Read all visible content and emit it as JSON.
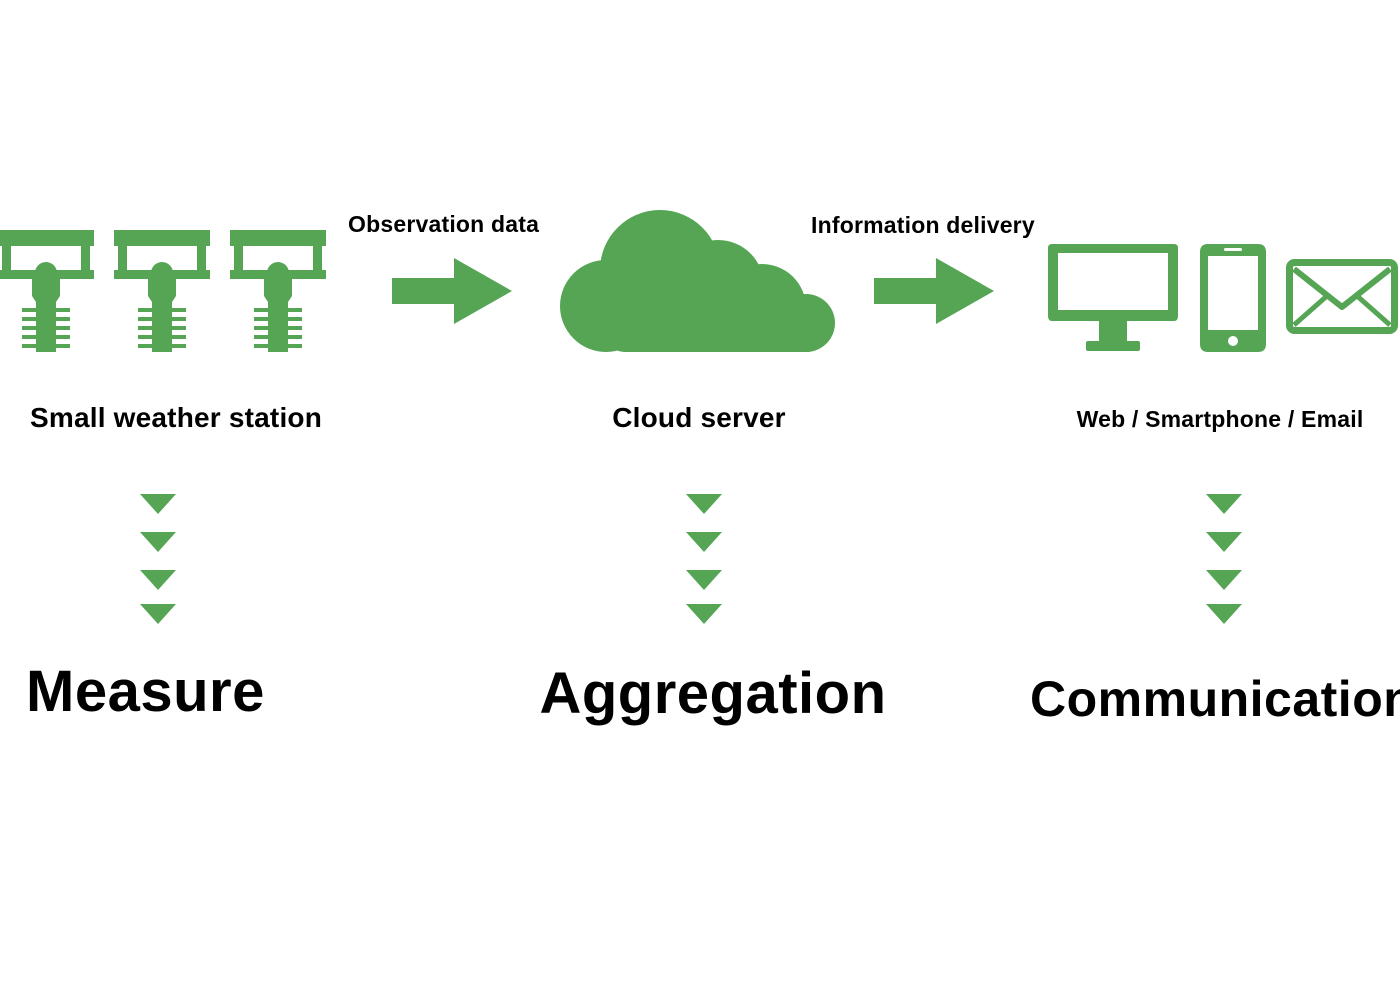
{
  "colors": {
    "accent": "#55a555",
    "text": "#000000",
    "background": "#ffffff"
  },
  "flow": {
    "arrow1_label": "Observation data",
    "arrow2_label": "Information delivery"
  },
  "nodes": {
    "station": {
      "label": "Small weather station",
      "icon": "weather-station-icon",
      "icon_count": 3
    },
    "cloud": {
      "label": "Cloud server",
      "icon": "cloud-icon"
    },
    "devices": {
      "label": "Web / Smartphone / Email",
      "icons": [
        "monitor-icon",
        "smartphone-icon",
        "email-icon"
      ]
    }
  },
  "stages": {
    "measure": "Measure",
    "aggregation": "Aggregation",
    "communication": "Communication"
  }
}
